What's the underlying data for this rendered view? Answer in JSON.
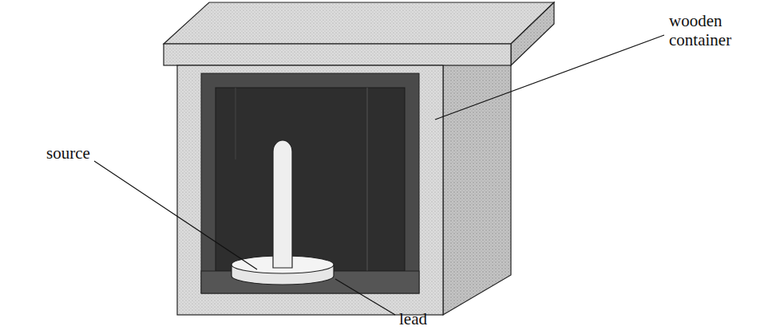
{
  "diagram": {
    "labels": [
      "wooden container",
      "source",
      "lead"
    ]
  }
}
